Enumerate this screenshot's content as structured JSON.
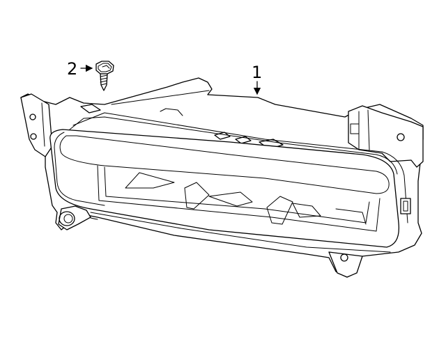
{
  "callouts": [
    {
      "id": "1",
      "label": "1",
      "part": "fog-lamp-assembly"
    },
    {
      "id": "2",
      "label": "2",
      "part": "mounting-screw"
    }
  ],
  "colors": {
    "line": "#000000",
    "background": "#ffffff"
  }
}
